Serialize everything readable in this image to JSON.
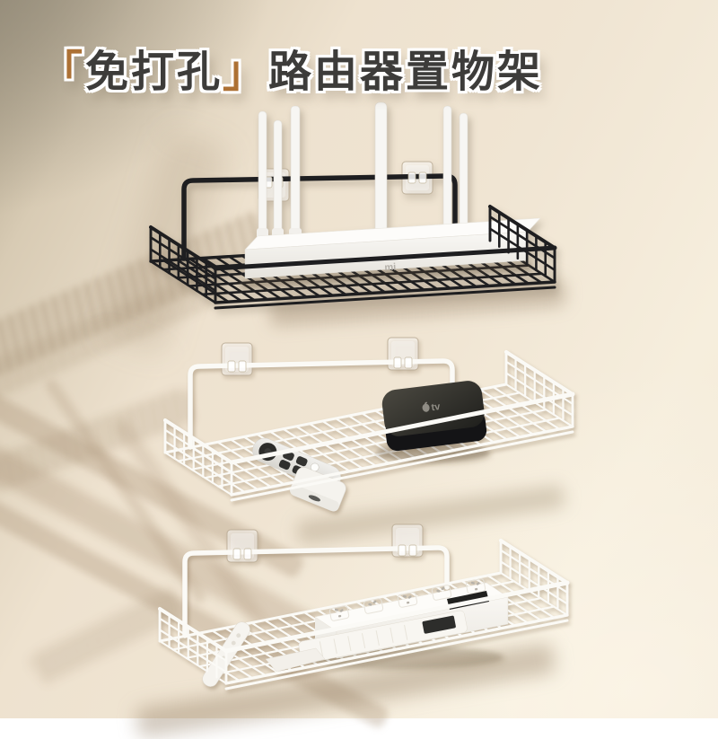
{
  "title": {
    "open_bracket": "「",
    "highlight": "免打孔",
    "close_bracket": "」",
    "rest": "路由器置物架"
  },
  "products": {
    "router": {
      "brand": "mi"
    },
    "tv_box": {
      "brand": "tv"
    }
  },
  "colors": {
    "background_dark_corner": "#8f8776",
    "background_cream": "#eee2cf",
    "background_light": "#f6eedd",
    "title_text": "#3d3c3a",
    "title_outline": "#ffffff",
    "bracket_accent": "#ad7134",
    "shelf_black": "#1e1e20",
    "shelf_white": "#fbfaf6",
    "router_white": "#f6f4f0",
    "tv_box_black": "#222220",
    "wall_shadow": "rgba(150,128,99,0.45)"
  }
}
